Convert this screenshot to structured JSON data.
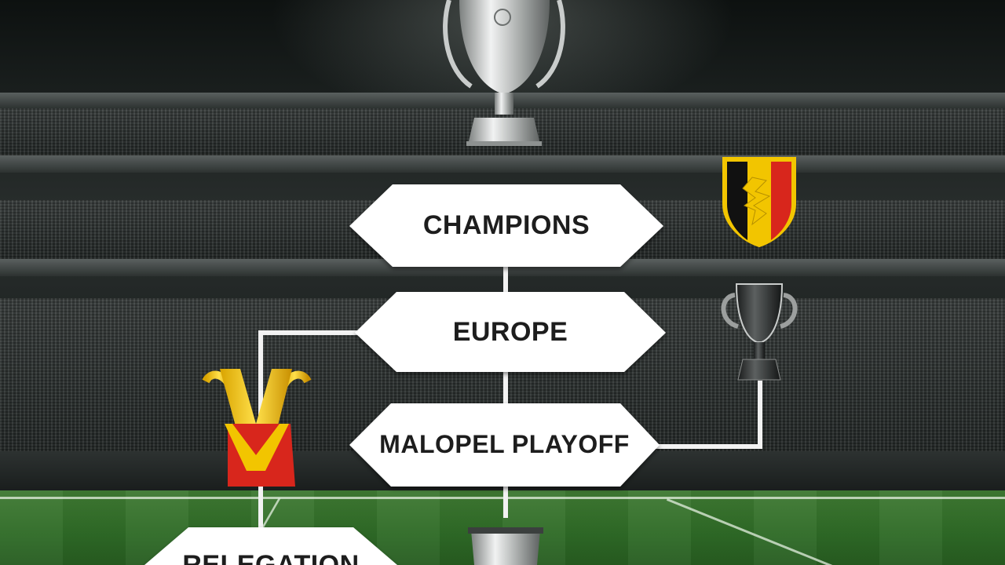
{
  "diagram": {
    "nodes": [
      {
        "id": "champions",
        "label": "CHAMPIONS"
      },
      {
        "id": "europe",
        "label": "EUROPE"
      },
      {
        "id": "playoff",
        "label": "MALOPEL PLAYOFF"
      },
      {
        "id": "relegation",
        "label": "RELEGATION"
      }
    ],
    "edges": [
      {
        "from": "champions",
        "to": "europe"
      },
      {
        "from": "europe",
        "to": "playoff"
      },
      {
        "from": "europe",
        "to": "relegation"
      },
      {
        "from": "playoff",
        "to": "trophy-bottom"
      },
      {
        "from": "trophy-right",
        "to": "playoff"
      }
    ]
  },
  "icons": {
    "top_trophy": "champions-trophy-icon",
    "crest": "belgian-crest-icon",
    "right_trophy": "dark-cup-icon",
    "left_trophy": "yellow-red-cup-icon",
    "bottom_trophy": "silver-cup-icon"
  },
  "colors": {
    "node_fill": "#ffffff",
    "connector": "#f2f2f2",
    "crest_black": "#111111",
    "crest_yellow": "#f2c500",
    "crest_red": "#d8261c",
    "pitch_green": "#2e6a26"
  }
}
